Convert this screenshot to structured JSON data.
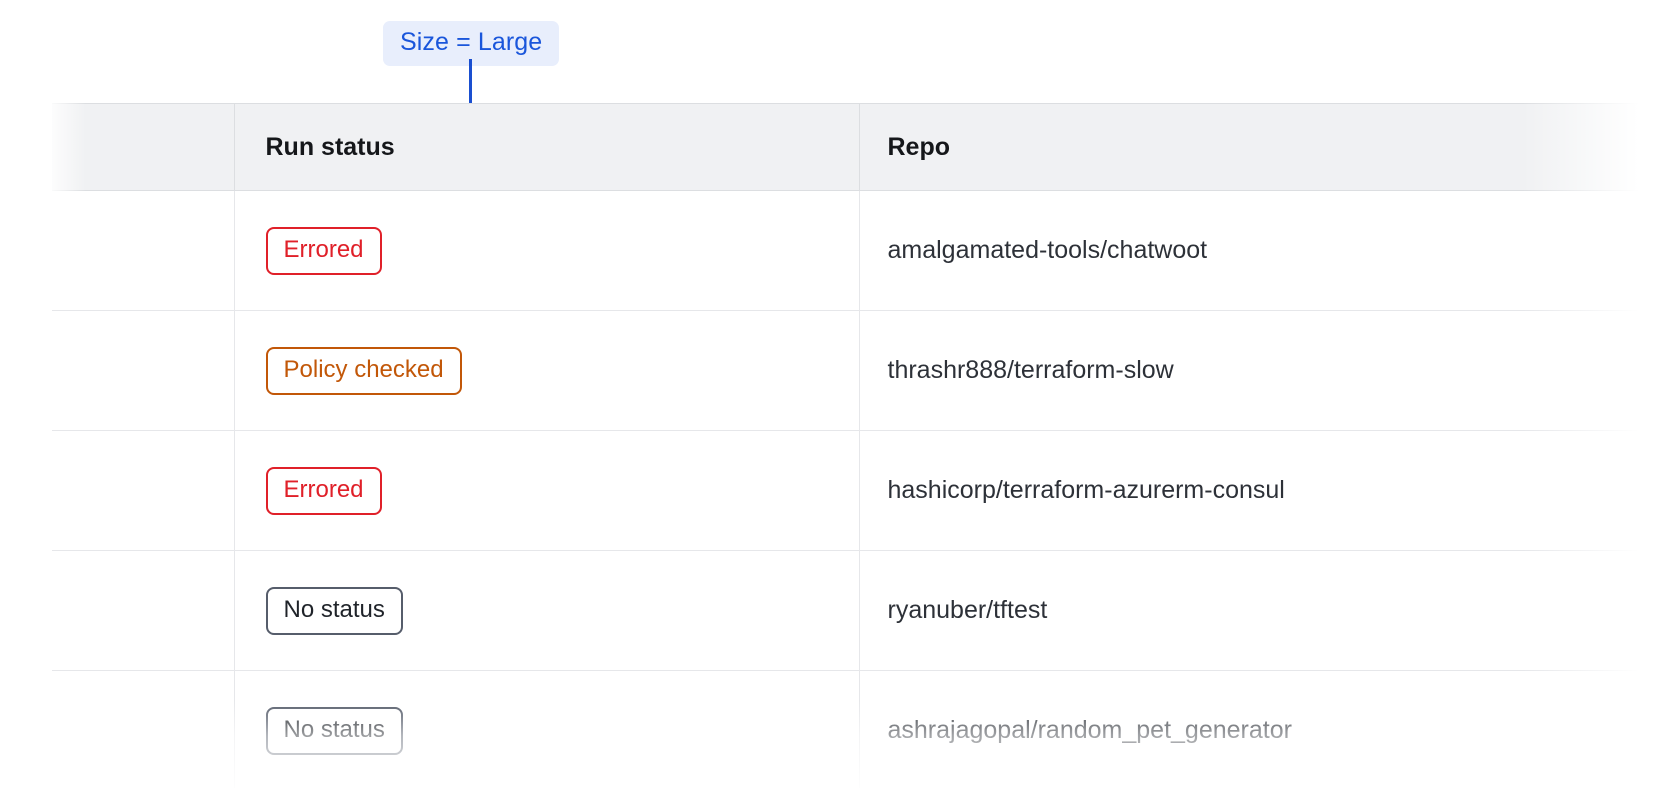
{
  "annotation": {
    "label": "Size = Large",
    "accent_color": "#1a4fd0",
    "label_bg": "#e8eefc",
    "label_text_color": "#1a56db",
    "connector": "vertical-line-with-dot"
  },
  "table": {
    "columns": [
      {
        "key": "select",
        "label": ""
      },
      {
        "key": "run_status",
        "label": "Run status"
      },
      {
        "key": "repo",
        "label": "Repo"
      }
    ],
    "rows": [
      {
        "status": "Errored",
        "status_kind": "errored",
        "repo": "amalgamated-tools/chatwoot"
      },
      {
        "status": "Policy checked",
        "status_kind": "policy",
        "repo": "thrashr888/terraform-slow"
      },
      {
        "status": "Errored",
        "status_kind": "errored",
        "repo": "hashicorp/terraform-azurerm-consul"
      },
      {
        "status": "No status",
        "status_kind": "none",
        "repo": "ryanuber/tftest"
      },
      {
        "status": "No status",
        "status_kind": "none",
        "repo": "ashrajagopal/random_pet_generator"
      }
    ],
    "status_colors": {
      "errored": "#e02029",
      "policy": "#c25708",
      "none": "#565d6b"
    },
    "header_bg": "#f0f1f3",
    "border_color": "#dcdee1"
  }
}
